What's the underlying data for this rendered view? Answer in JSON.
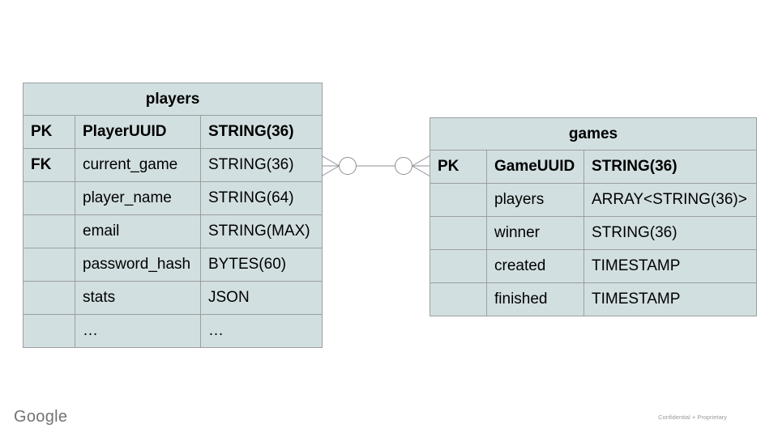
{
  "colors": {
    "cell_fill": "#d2dfe1",
    "cell_border": "#9b9ea0",
    "connector": "#8b9093",
    "text": "#000000",
    "logo_gray": "#737373",
    "note_gray": "#9b9b9b"
  },
  "players_table": {
    "title": "players",
    "rows": [
      {
        "key": "PK",
        "name": "PlayerUUID",
        "type": "STRING(36)"
      },
      {
        "key": "FK",
        "name": "current_game",
        "type": "STRING(36)"
      },
      {
        "key": "",
        "name": "player_name",
        "type": "STRING(64)"
      },
      {
        "key": "",
        "name": "email",
        "type": "STRING(MAX)"
      },
      {
        "key": "",
        "name": "password_hash",
        "type": "BYTES(60)"
      },
      {
        "key": "",
        "name": "stats",
        "type": "JSON"
      },
      {
        "key": "",
        "name": "…",
        "type": "…"
      }
    ]
  },
  "games_table": {
    "title": "games",
    "rows": [
      {
        "key": "PK",
        "name": "GameUUID",
        "type": "STRING(36)"
      },
      {
        "key": "",
        "name": "players",
        "type": "ARRAY<STRING(36)>"
      },
      {
        "key": "",
        "name": "winner",
        "type": "STRING(36)"
      },
      {
        "key": "",
        "name": "created",
        "type": "TIMESTAMP"
      },
      {
        "key": "",
        "name": "finished",
        "type": "TIMESTAMP"
      }
    ]
  },
  "relationship": {
    "left_cardinality": "zero-or-many",
    "right_cardinality": "zero-or-many"
  },
  "footer": {
    "logo": "Google",
    "note": "Confidential + Proprietary"
  }
}
